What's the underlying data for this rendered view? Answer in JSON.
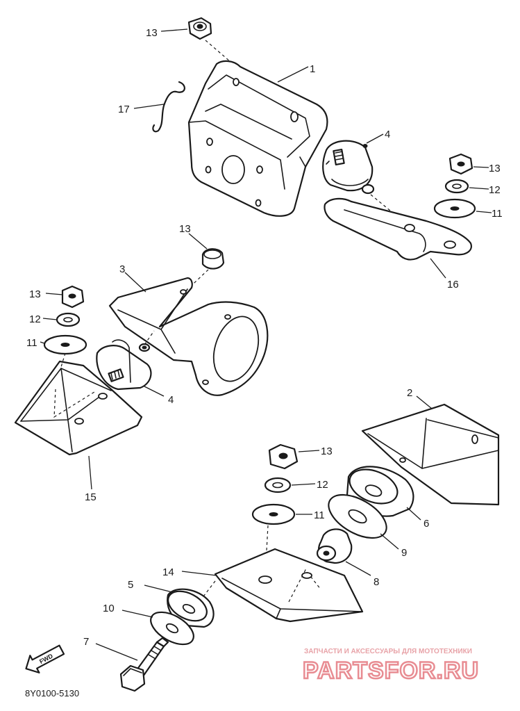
{
  "diagram": {
    "callouts": {
      "c1": "1",
      "c2": "2",
      "c3": "3",
      "c4a": "4",
      "c4b": "4",
      "c5": "5",
      "c6": "6",
      "c7": "7",
      "c8": "8",
      "c9": "9",
      "c10": "10",
      "c11a": "11",
      "c11b": "11",
      "c11c": "11",
      "c12a": "12",
      "c12b": "12",
      "c12c": "12",
      "c13a": "13",
      "c13b": "13",
      "c13c": "13",
      "c13d": "13",
      "c13e": "13",
      "c14": "14",
      "c15": "15",
      "c16": "16",
      "c17": "17"
    },
    "diagram_code": "8Y0100-5130",
    "fwd_label": "FWD"
  },
  "watermark": {
    "tagline": "ЗАПЧАСТИ И АКСЕССУАРЫ ДЛЯ МОТОТЕХНИКИ",
    "brand": "PARTSFOR.RU",
    "color": "#e88c92"
  }
}
